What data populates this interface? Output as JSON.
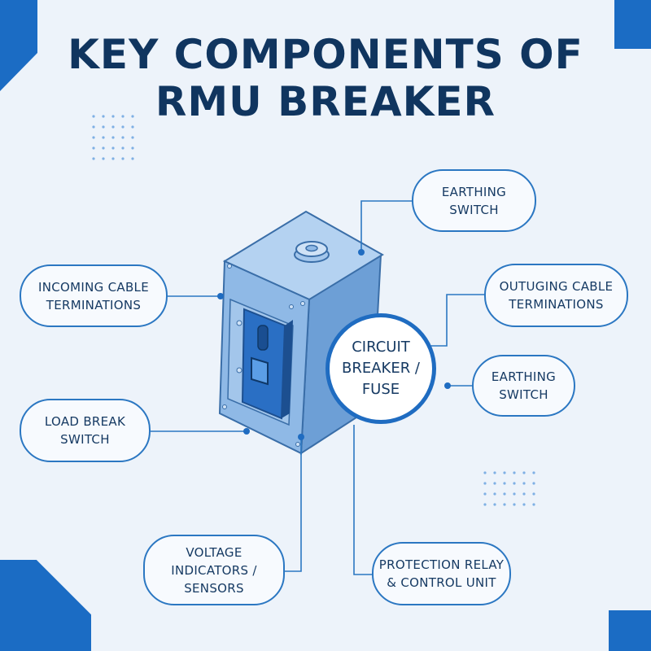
{
  "title": {
    "line1": "KEY COMPONENTS OF",
    "line2": "RMU BREAKER"
  },
  "center": {
    "label": "CIRCUIT\nBREAKER /\nFUSE"
  },
  "labels": {
    "earthing_switch_top": "EARTHING\nSWITCH",
    "incoming_cable": "INCOMING CABLE\nTERMINATIONS",
    "outgoing_cable": "OUTUGING CABLE\nTERMINATIONS",
    "earthing_switch_right": "EARTHING\nSWITCH",
    "load_break_switch": "LOAD BREAK\nSWITCH",
    "voltage_indicators": "VOLTAGE\nINDICATORS /\nSENSORS",
    "protection_relay": "PROTECTION RELAY\n& CONTROL UNIT"
  },
  "colors": {
    "background": "#edf3fa",
    "accent": "#1b6cc4",
    "title": "#10355f",
    "border": "#2b77c2",
    "box_front": "#8fb9e6",
    "box_side": "#6d9fd6",
    "box_top": "#b4d2f1",
    "panel": "#2a6fc4"
  }
}
